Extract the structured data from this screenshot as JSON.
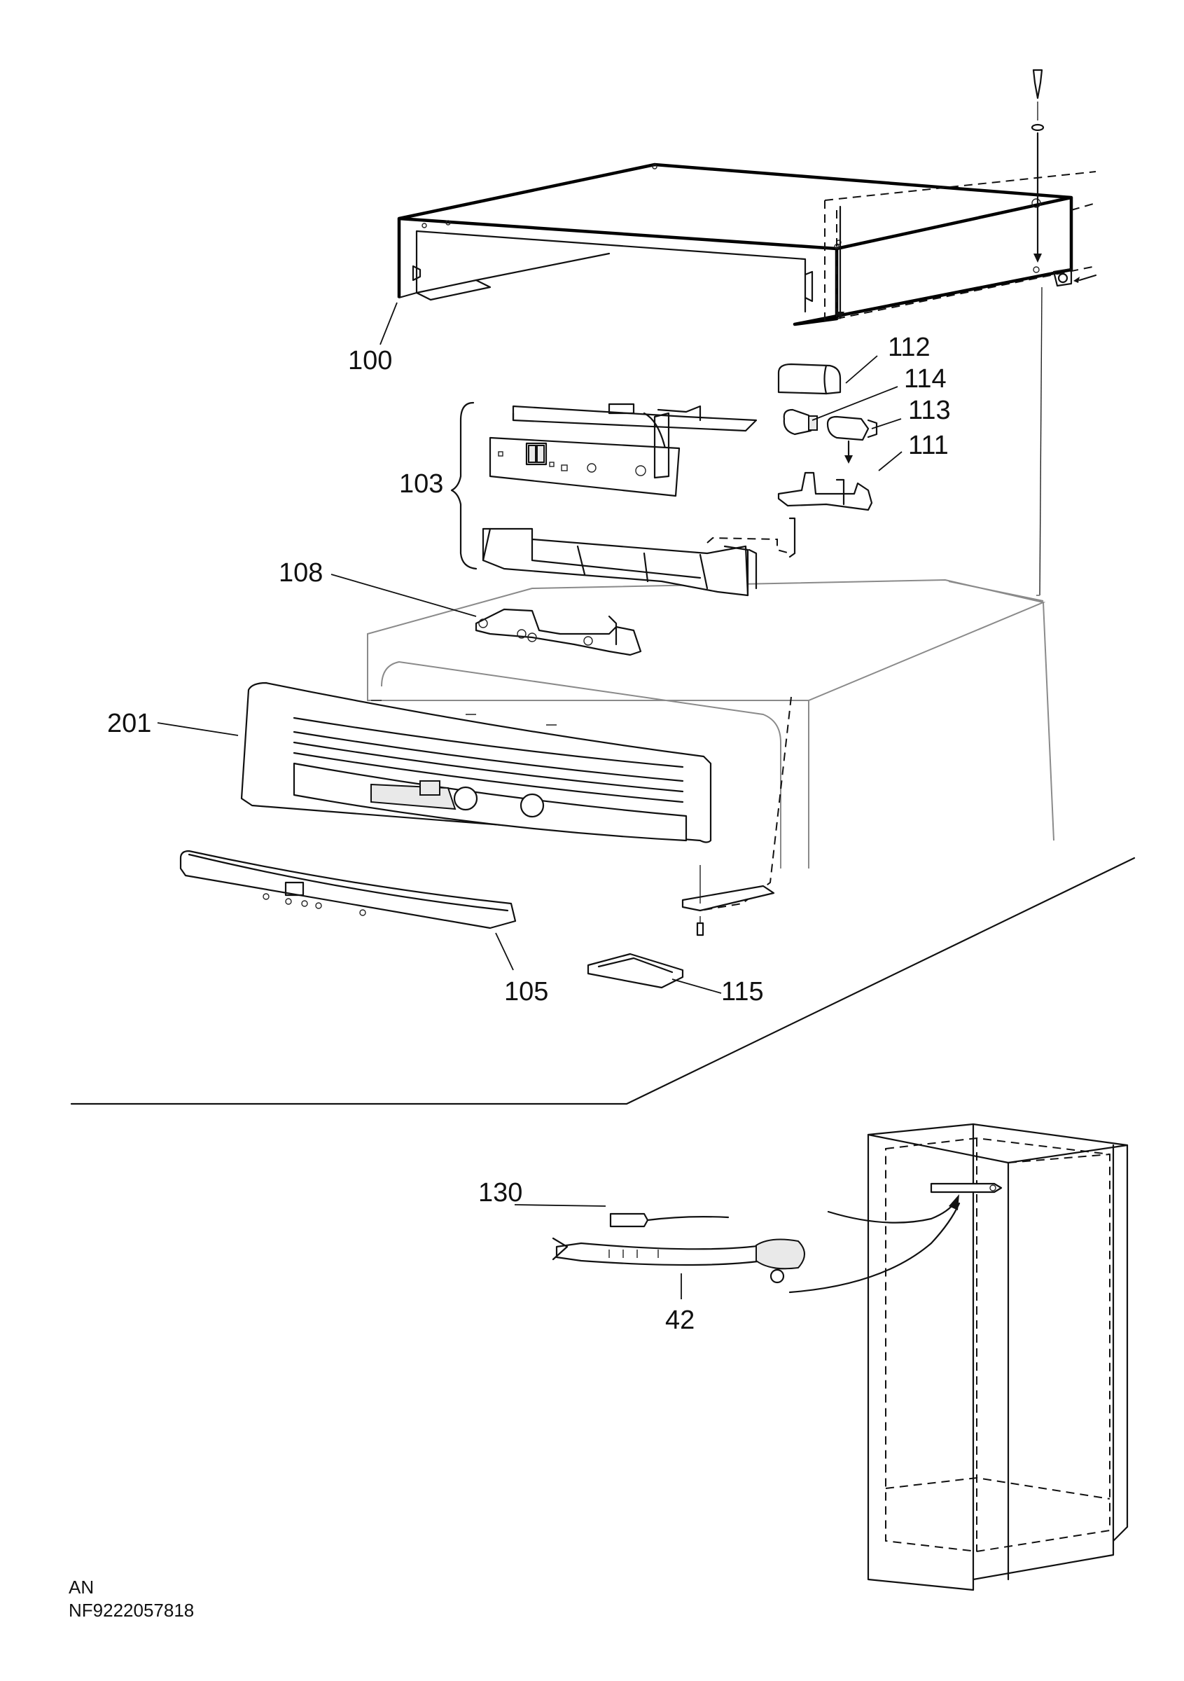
{
  "callouts": {
    "c100": "100",
    "c112": "112",
    "c114": "114",
    "c113": "113",
    "c111": "111",
    "c103": "103",
    "c108": "108",
    "c201": "201",
    "c105": "105",
    "c115": "115",
    "c130": "130",
    "c42": "42"
  },
  "footer": {
    "line1": "AN",
    "line2": "NF9222057818"
  }
}
